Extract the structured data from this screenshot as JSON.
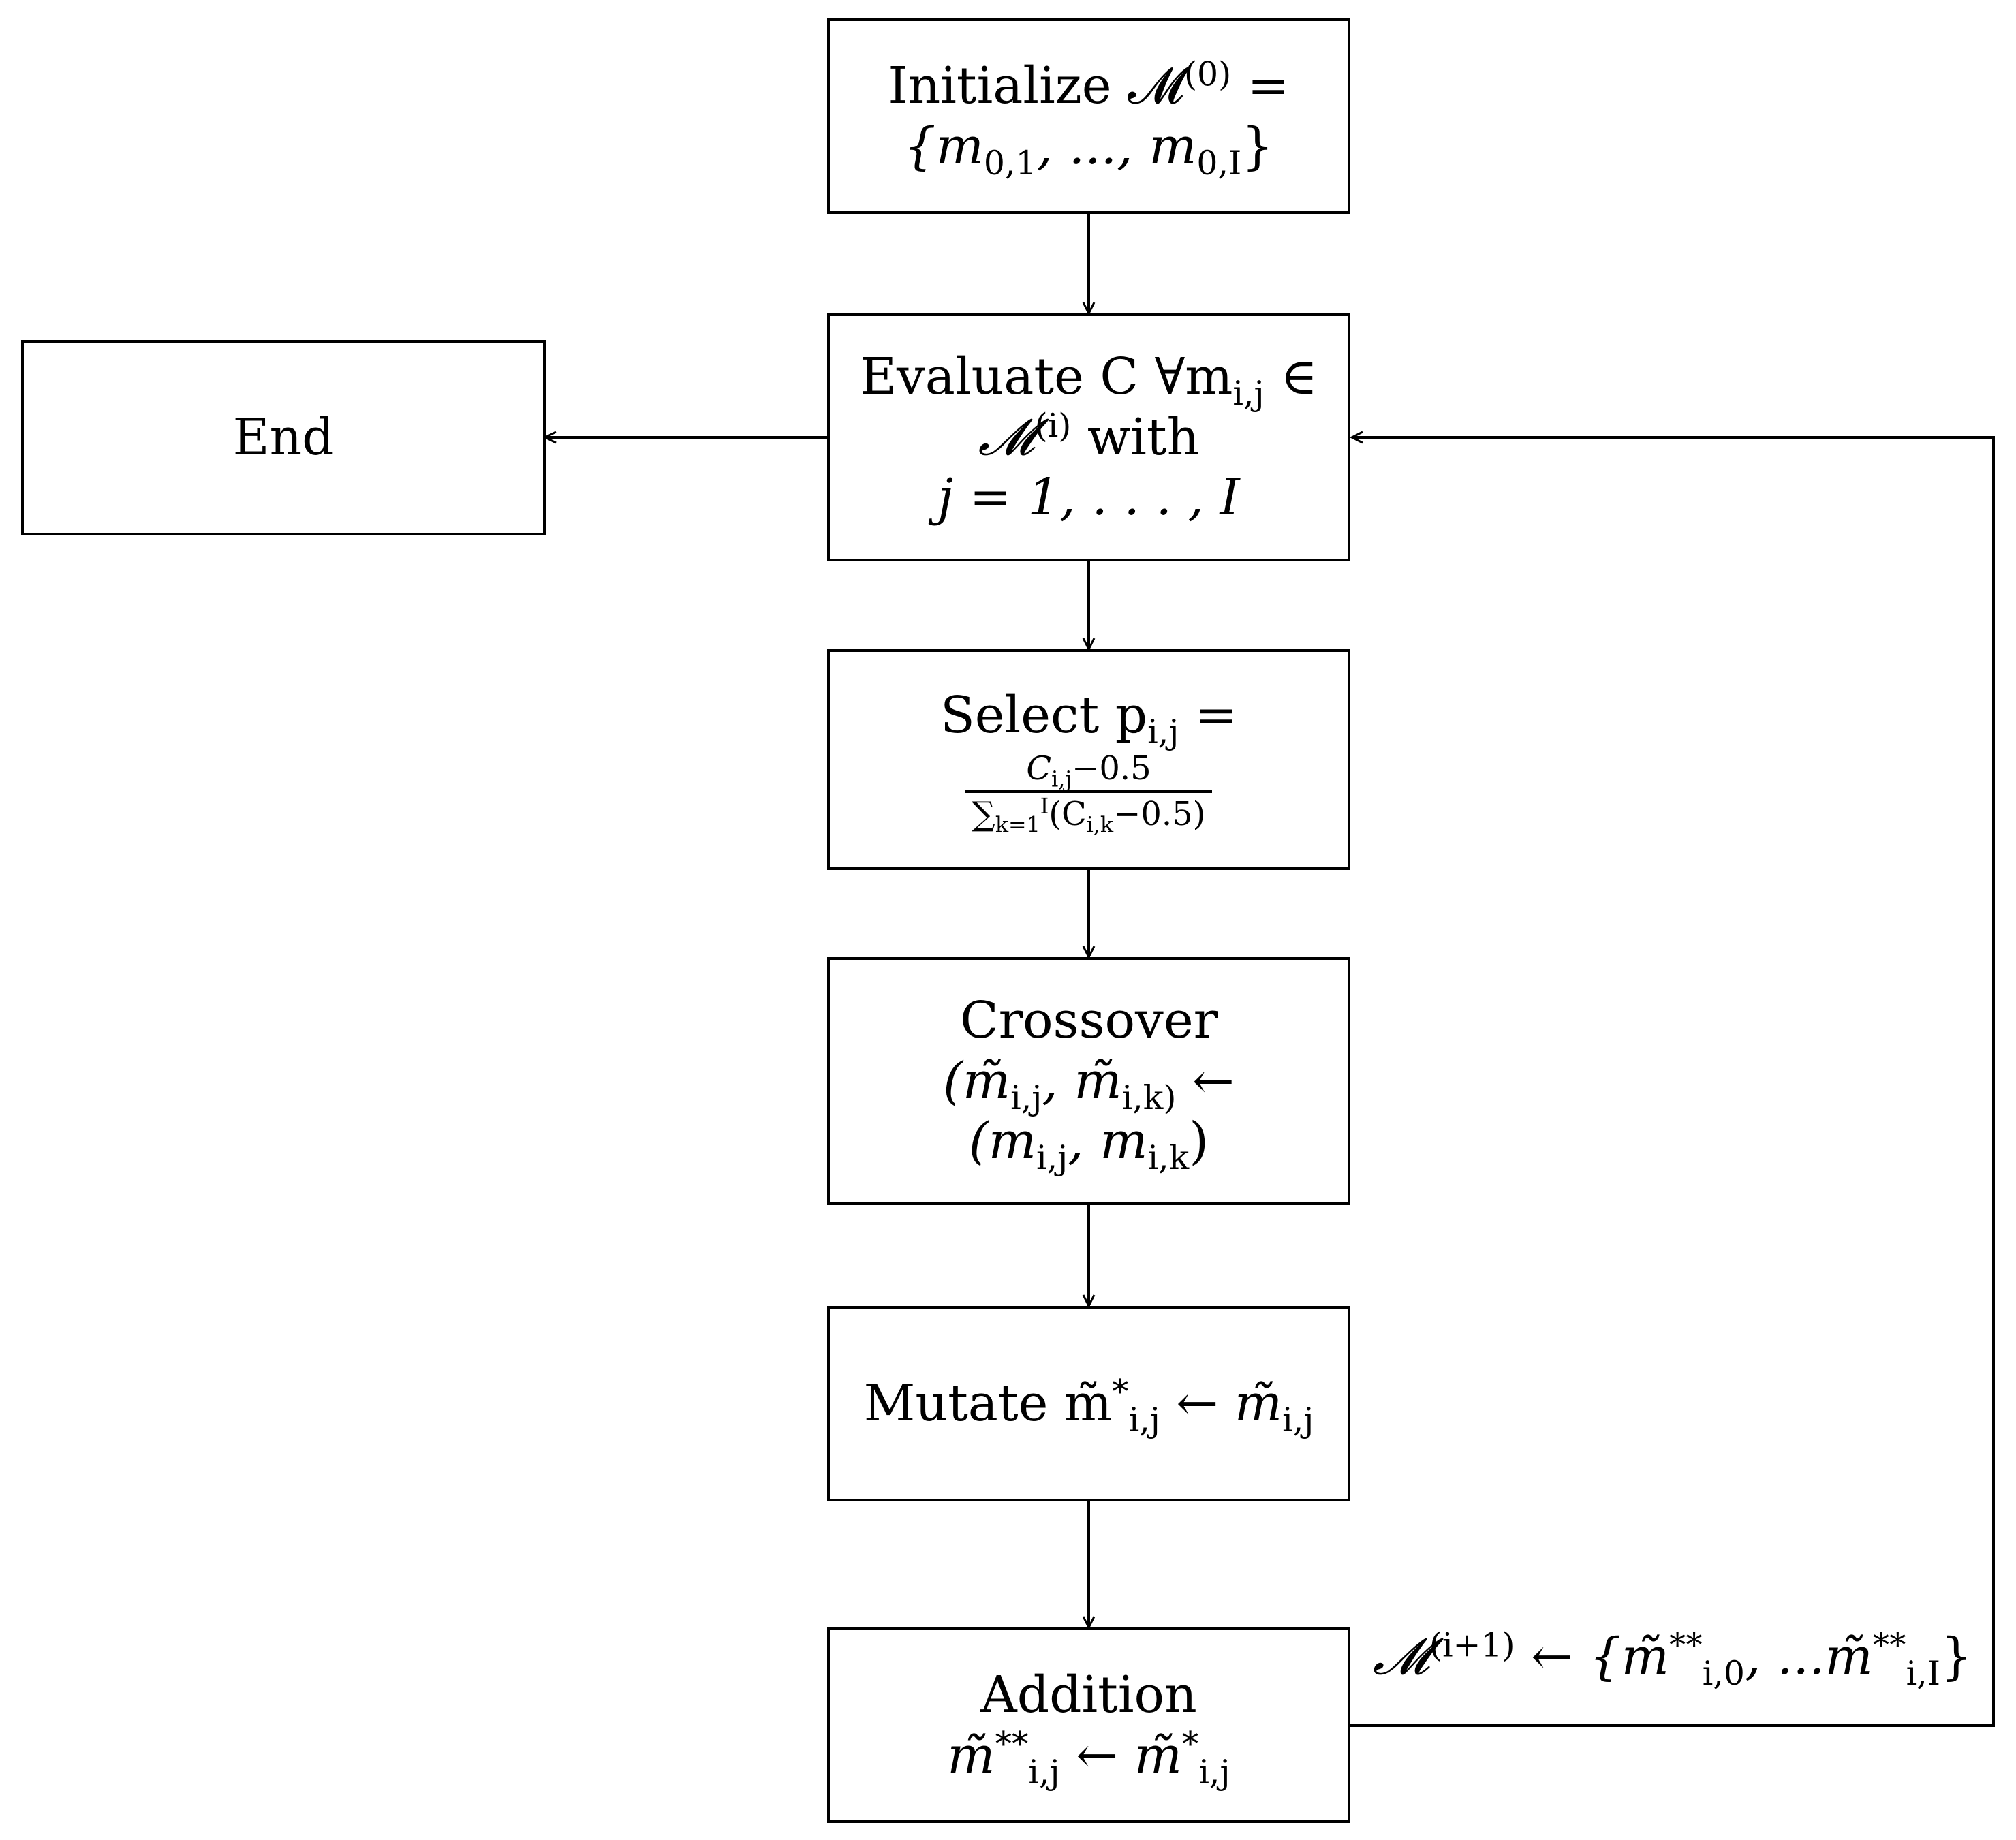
{
  "nodes": {
    "initialize": {
      "line1": "Initialize 𝓜",
      "line1_sup": "(0)",
      "line1_end": " =",
      "line2": "{m",
      "line2_sub1": "0,1",
      "line2_mid": ", ..., m",
      "line2_sub2": "0,I",
      "line2_end": "}"
    },
    "evaluate": {
      "line1": "Evaluate C ∀m",
      "line1_sub": "i,j",
      "line1_end": " ∈",
      "line2": "𝓜",
      "line2_sup": "(i)",
      "line2_end": " with",
      "line3": "j = 1, . . . , I"
    },
    "end": {
      "label": "End"
    },
    "select": {
      "line1": "Select p",
      "line1_sub": "i,j",
      "line1_end": " =",
      "numerator": "C",
      "numerator_sub": "i,j",
      "numerator_end": "−0.5",
      "denominator": "∑",
      "denominator_sub": "k=1",
      "denominator_sup": "I",
      "denominator_mid": "(C",
      "denominator_sub2": "i,k",
      "denominator_end": "−0.5)"
    },
    "crossover": {
      "line1": "Crossover",
      "line2": "(m̃",
      "line2_sub1": "i,j",
      "line2_mid": ", m̃",
      "line2_sub2": "i,k)",
      "line2_end": " ←",
      "line3": "(m",
      "line3_sub1": "i,j",
      "line3_mid": ", m",
      "line3_sub2": "i,k",
      "line3_end": ")"
    },
    "mutate": {
      "line1": "Mutate m̃",
      "line1_sup": "*",
      "line1_sub": "i,j",
      "line1_mid": " ← m̃",
      "line1_sub2": "i,j"
    },
    "addition": {
      "line1": "Addition",
      "line2": "m̃",
      "line2_sup": "**",
      "line2_sub": "i,j",
      "line2_mid": " ← m̃",
      "line2_sup2": "*",
      "line2_sub2": "i,j"
    }
  },
  "edges": {
    "loop_label": {
      "start": "𝓜",
      "sup1": "(i+1)",
      "mid1": " ← {m̃",
      "sup2": "**",
      "sub2": "i,0",
      "mid2": ", ...m̃",
      "sup3": "**",
      "sub3": "i,I",
      "end": "}"
    }
  }
}
